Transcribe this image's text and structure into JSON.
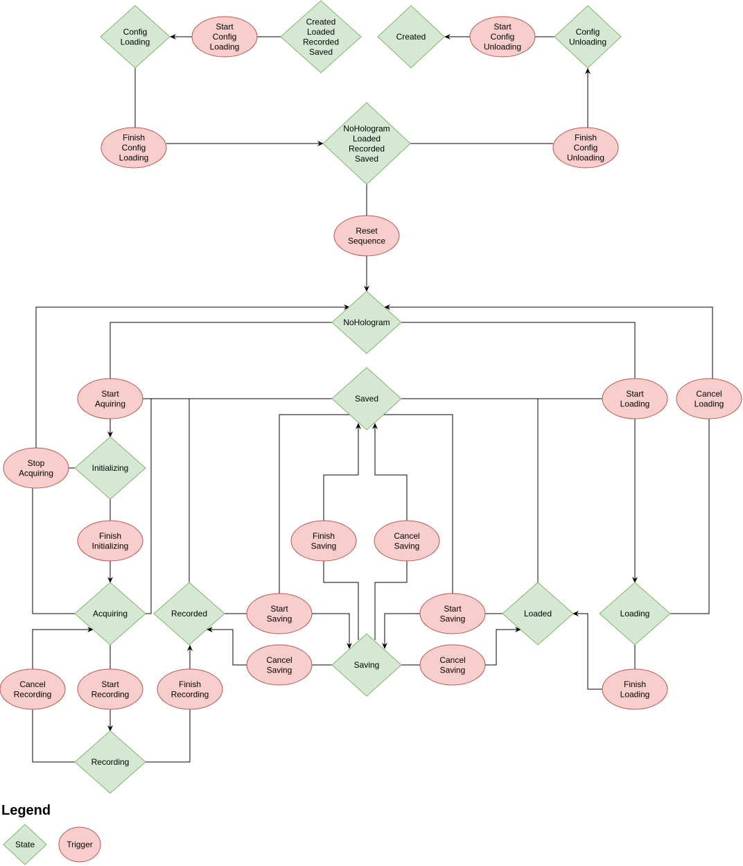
{
  "legend": {
    "title": "Legend",
    "state_label": "State",
    "trigger_label": "Trigger"
  },
  "colors": {
    "state_fill": "#d5e8d4",
    "state_stroke": "#82b366",
    "trigger_fill": "#f8cecc",
    "trigger_stroke": "#b85450",
    "edge": "#000000"
  },
  "nodes": [
    {
      "id": "cfgLoading",
      "kind": "state",
      "lines": [
        "Config",
        "Loading"
      ]
    },
    {
      "id": "createdLRS",
      "kind": "state",
      "lines": [
        "Created",
        "Loaded",
        "Recorded",
        "Saved"
      ]
    },
    {
      "id": "created",
      "kind": "state",
      "lines": [
        "Created"
      ]
    },
    {
      "id": "cfgUnloading",
      "kind": "state",
      "lines": [
        "Config",
        "Unloading"
      ]
    },
    {
      "id": "noHoloLRS",
      "kind": "state",
      "lines": [
        "NoHologram",
        "Loaded",
        "Recorded",
        "Saved"
      ]
    },
    {
      "id": "noHolo",
      "kind": "state",
      "lines": [
        "NoHologram"
      ]
    },
    {
      "id": "saved",
      "kind": "state",
      "lines": [
        "Saved"
      ]
    },
    {
      "id": "initializing",
      "kind": "state",
      "lines": [
        "Initializing"
      ]
    },
    {
      "id": "acquiring",
      "kind": "state",
      "lines": [
        "Acquiring"
      ]
    },
    {
      "id": "recorded",
      "kind": "state",
      "lines": [
        "Recorded"
      ]
    },
    {
      "id": "saving",
      "kind": "state",
      "lines": [
        "Saving"
      ]
    },
    {
      "id": "loaded",
      "kind": "state",
      "lines": [
        "Loaded"
      ]
    },
    {
      "id": "loading",
      "kind": "state",
      "lines": [
        "Loading"
      ]
    },
    {
      "id": "recording",
      "kind": "state",
      "lines": [
        "Recording"
      ]
    },
    {
      "id": "startCfgLoading",
      "kind": "trigger",
      "lines": [
        "Start",
        "Config",
        "Loading"
      ]
    },
    {
      "id": "finishCfgLoading",
      "kind": "trigger",
      "lines": [
        "Finish",
        "Config",
        "Loading"
      ]
    },
    {
      "id": "startCfgUnloading",
      "kind": "trigger",
      "lines": [
        "Start",
        "Config",
        "Unloading"
      ]
    },
    {
      "id": "finishCfgUnloading",
      "kind": "trigger",
      "lines": [
        "Finish",
        "Config",
        "Unloading"
      ]
    },
    {
      "id": "resetSeq",
      "kind": "trigger",
      "lines": [
        "Reset",
        "Sequence"
      ]
    },
    {
      "id": "startAcquiring",
      "kind": "trigger",
      "lines": [
        "Start",
        "Aquiring"
      ]
    },
    {
      "id": "stopAcquiring",
      "kind": "trigger",
      "lines": [
        "Stop",
        "Acquiring"
      ]
    },
    {
      "id": "finishInit",
      "kind": "trigger",
      "lines": [
        "Finish",
        "Initializing"
      ]
    },
    {
      "id": "startLoading",
      "kind": "trigger",
      "lines": [
        "Start",
        "Loading"
      ]
    },
    {
      "id": "cancelLoading",
      "kind": "trigger",
      "lines": [
        "Cancel",
        "Loading"
      ]
    },
    {
      "id": "finishSaving",
      "kind": "trigger",
      "lines": [
        "Finish",
        "Saving"
      ]
    },
    {
      "id": "cancelSavingTop",
      "kind": "trigger",
      "lines": [
        "Cancel",
        "Saving"
      ]
    },
    {
      "id": "startSavingL",
      "kind": "trigger",
      "lines": [
        "Start",
        "Saving"
      ]
    },
    {
      "id": "cancelSavingL",
      "kind": "trigger",
      "lines": [
        "Cancel",
        "Saving"
      ]
    },
    {
      "id": "startSavingR",
      "kind": "trigger",
      "lines": [
        "Start",
        "Saving"
      ]
    },
    {
      "id": "cancelSavingR",
      "kind": "trigger",
      "lines": [
        "Cancel",
        "Saving"
      ]
    },
    {
      "id": "cancelRecording",
      "kind": "trigger",
      "lines": [
        "Cancel",
        "Recording"
      ]
    },
    {
      "id": "startRecording",
      "kind": "trigger",
      "lines": [
        "Start",
        "Recording"
      ]
    },
    {
      "id": "finishRecording",
      "kind": "trigger",
      "lines": [
        "Finish",
        "Recording"
      ]
    },
    {
      "id": "finishLoading",
      "kind": "trigger",
      "lines": [
        "Finish",
        "Loading"
      ]
    }
  ]
}
